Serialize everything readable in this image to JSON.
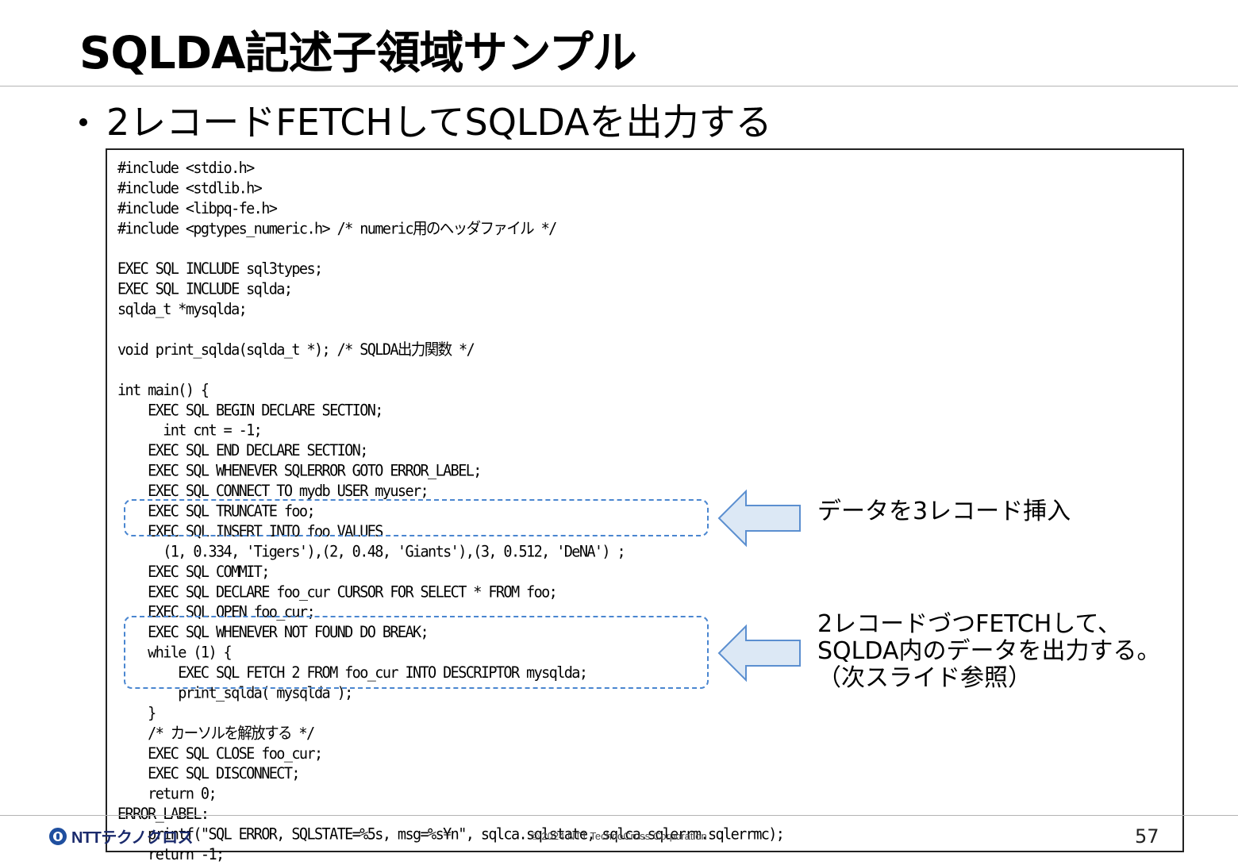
{
  "slide": {
    "title": "SQLDA記述子領域サンプル",
    "bullet": "2レコードFETCHしてSQLDAを出力する"
  },
  "code_lines": [
    "#include <stdio.h>",
    "#include <stdlib.h>",
    "#include <libpq-fe.h>",
    "#include <pgtypes_numeric.h> /* numeric用のヘッダファイル */",
    "",
    "EXEC SQL INCLUDE sql3types;",
    "EXEC SQL INCLUDE sqlda;",
    "sqlda_t *mysqlda;",
    "",
    "void print_sqlda(sqlda_t *); /* SQLDA出力関数 */",
    "",
    "int main() {",
    "    EXEC SQL BEGIN DECLARE SECTION;",
    "      int cnt = -1;",
    "    EXEC SQL END DECLARE SECTION;",
    "    EXEC SQL WHENEVER SQLERROR GOTO ERROR_LABEL;",
    "    EXEC SQL CONNECT TO mydb USER myuser;",
    "    EXEC SQL TRUNCATE foo;",
    "    EXEC SQL INSERT INTO foo VALUES",
    "      (1, 0.334, 'Tigers'),(2, 0.48, 'Giants'),(3, 0.512, 'DeNA') ;",
    "    EXEC SQL COMMIT;",
    "    EXEC SQL DECLARE foo_cur CURSOR FOR SELECT * FROM foo;",
    "    EXEC SQL OPEN foo_cur;",
    "    EXEC SQL WHENEVER NOT FOUND DO BREAK;",
    "    while (1) {",
    "        EXEC SQL FETCH 2 FROM foo_cur INTO DESCRIPTOR mysqlda;",
    "        print_sqlda( mysqlda );",
    "    }",
    "    /* カーソルを解放する */",
    "    EXEC SQL CLOSE foo_cur;",
    "    EXEC SQL DISCONNECT;",
    "    return 0;",
    "ERROR_LABEL:",
    "    printf(\"SQL ERROR, SQLSTATE=%5s, msg=%s¥n\", sqlca.sqlstate, sqlca.sqlerrm.sqlerrmc);",
    "    return -1;"
  ],
  "callouts": {
    "insert_note": "データを3レコード挿入",
    "fetch_note_line1": "2レコードづつFETCHして、",
    "fetch_note_line2": "SQLDA内のデータを出力する。",
    "fetch_note_line3": "（次スライド参照）"
  },
  "colors": {
    "highlight_border": "#4a86d0",
    "arrow_fill": "#dce8f5",
    "arrow_stroke": "#5b8fd0"
  },
  "footer": {
    "logo_text": "NTTテクノクロス",
    "copyright": "© 2024 NTT TechnoCross Corporation",
    "page_number": "57"
  }
}
